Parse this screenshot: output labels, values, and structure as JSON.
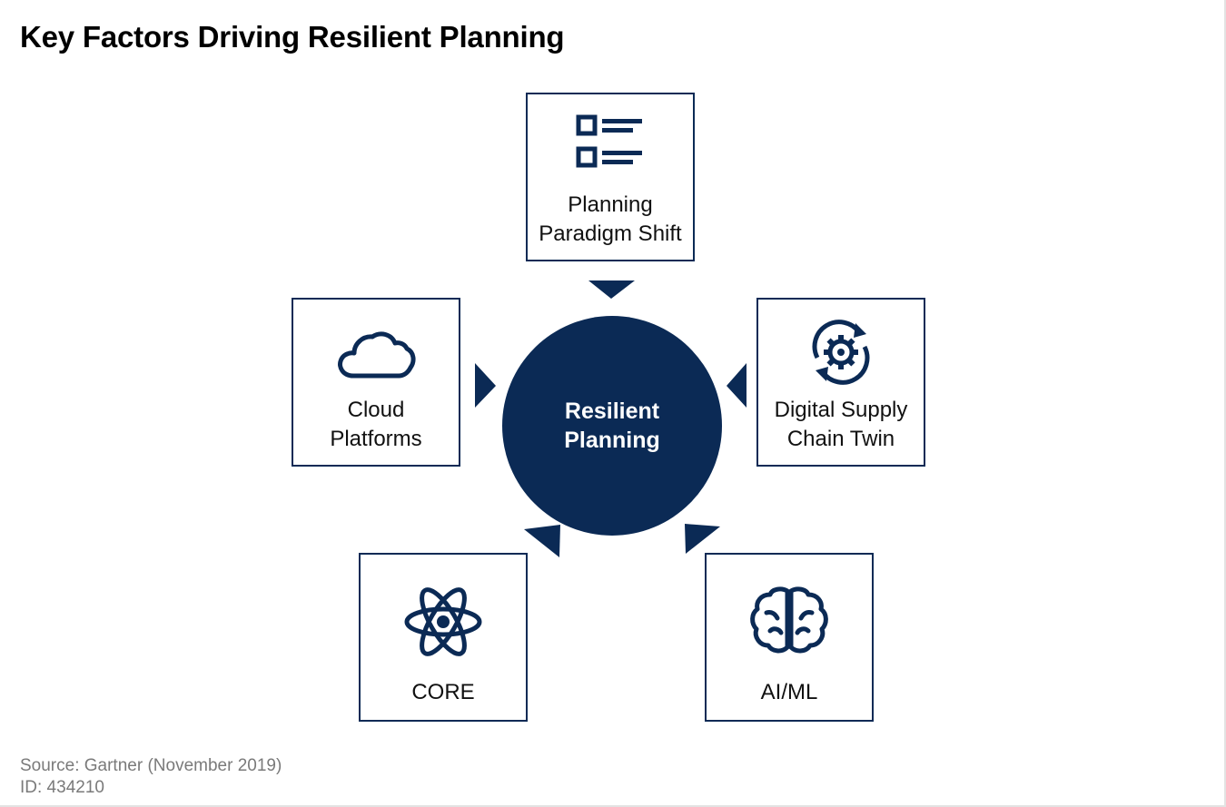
{
  "title": "Key Factors Driving Resilient Planning",
  "center": {
    "line1": "Resilient",
    "line2": "Planning"
  },
  "factors": [
    {
      "line1": "Planning",
      "line2": "Paradigm Shift",
      "icon": "checklist-icon"
    },
    {
      "line1": "Cloud",
      "line2": "Platforms",
      "icon": "cloud-icon"
    },
    {
      "line1": "Digital Supply",
      "line2": "Chain Twin",
      "icon": "gear-cycle-icon"
    },
    {
      "line1": "CORE",
      "line2": "",
      "icon": "atom-icon"
    },
    {
      "line1": "AI/ML",
      "line2": "",
      "icon": "brain-icon"
    }
  ],
  "source": {
    "line1": "Source: Gartner (November 2019)",
    "line2": "ID: 434210"
  },
  "colors": {
    "navy": "#0b2a55",
    "source_text": "#7a7a7a"
  }
}
